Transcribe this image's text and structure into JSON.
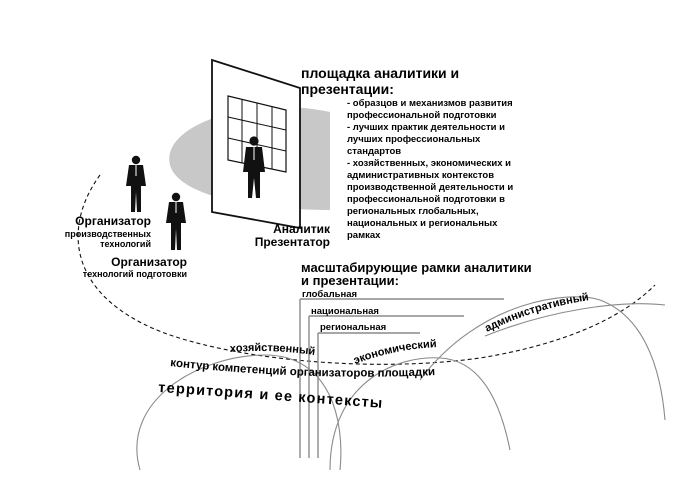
{
  "platform": {
    "title_lines": [
      "площадка аналитики и",
      "презентации:"
    ],
    "list_lines": [
      "- образцов и механизмов развития",
      "профессиональной подготовки",
      "- лучших практик деятельности и",
      "лучших профессиональных",
      "стандартов",
      "- хозяйственных, экономических и",
      "административных контекстов",
      "производственной деятельности и",
      "профессиональной подготовки в",
      "региональных глобальных,",
      "национальных и региональных",
      "рамках"
    ]
  },
  "analyst": {
    "lines": [
      "Аналитик",
      "Презентатор"
    ]
  },
  "organizer_production": {
    "title": "Организатор",
    "lines": [
      "производственных",
      "технологий"
    ]
  },
  "organizer_training": {
    "title": "Организатор",
    "line": "технологий подготовки"
  },
  "frames": {
    "title_lines": [
      "масштабирующие рамки аналитики",
      "и презентации:"
    ],
    "levels": [
      "глобальная",
      "национальная",
      "региональная"
    ]
  },
  "arcs": {
    "administrative": "административный",
    "economic": "экономический",
    "business": "хозяйственный",
    "contour": "контур компетенций организаторов площадки",
    "territory": "территория и ее контексты"
  },
  "colors": {
    "platform_fill": "#c8c8c8",
    "line_gray": "#8a8a8a",
    "ink": "#111111"
  },
  "icons": [
    "person-figure-icon",
    "presentation-board-icon"
  ]
}
